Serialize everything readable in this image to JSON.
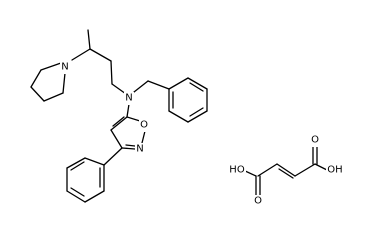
{
  "molecule": {
    "atoms": {
      "n_pyrrolidine": "N",
      "n_amine": "N",
      "o_isoxazole": "O",
      "n_isoxazole": "N",
      "oh_left": "HO",
      "o_left": "O",
      "o_right": "O",
      "oh_right": "OH"
    }
  },
  "colors": {
    "bond": "#000000",
    "background": "#ffffff",
    "text": "#000000"
  }
}
